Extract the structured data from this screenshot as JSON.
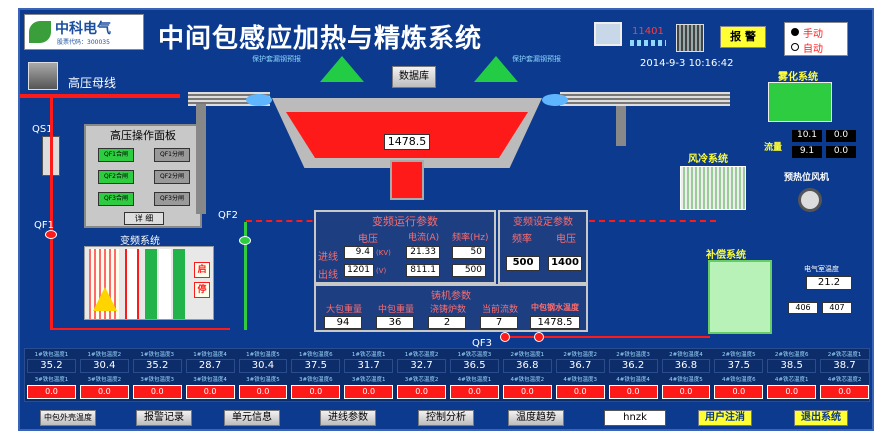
{
  "header": {
    "logo_text": "中科电气",
    "logo_sub": "股票代码：300035",
    "title": "中间包感应加热与精炼系统",
    "counter": "11401",
    "datetime": "2014-9-3 10:16:42",
    "alarm_label": "报 警",
    "mode_manual": "手动",
    "mode_auto": "自动"
  },
  "labels": {
    "hv_bus": "高压母线",
    "qs1": "QS1",
    "qf1": "QF1",
    "qf2": "QF2",
    "qf3": "QF3",
    "vfd_system": "变频系统",
    "leak_left": "保护套漏钢预报",
    "leak_right": "保护套漏钢预报",
    "database": "数据库",
    "atomize": "雾化系统",
    "flow": "流量",
    "air_cooling": "风冷系统",
    "preheat_fan": "预热位风机",
    "compensation": "补偿系统",
    "room_temp": "电气室温度",
    "start": "启",
    "stop": "停"
  },
  "hv_panel": {
    "title": "高压操作面板",
    "buttons": [
      "QF1合闸",
      "QF1分闸",
      "QF2合闸",
      "QF2分闸",
      "QF3合闸",
      "QF3分闸"
    ],
    "detail": "详 细"
  },
  "tundish": {
    "temperature": "1478.5"
  },
  "atomize_values": {
    "flow1": "10.1",
    "flow1b": "0.0",
    "flow2": "9.1",
    "flow2b": "0.0"
  },
  "room": {
    "temp": "21.2",
    "v1": "406",
    "v2": "407"
  },
  "vfd_run": {
    "title": "变频运行参数",
    "h_voltage": "电压",
    "h_current": "电流(A)",
    "h_freq": "频率(Hz)",
    "in_label": "进线",
    "out_label": "出线",
    "in_voltage": "9.4",
    "in_voltage_unit": "(KV)",
    "in_current": "21.33",
    "in_freq": "50",
    "out_voltage": "1201",
    "out_voltage_unit": "(V)",
    "out_current": "811.1",
    "out_freq": "500"
  },
  "vfd_set": {
    "title": "变频设定参数",
    "h_freq": "频率",
    "h_voltage": "电压",
    "freq": "500",
    "voltage": "1400"
  },
  "caster": {
    "title": "铸机参数",
    "headers": [
      "大包重量",
      "中包重量",
      "浇铸炉数",
      "当前流数",
      "中包钢水温度"
    ],
    "values": [
      "94",
      "36",
      "2",
      "7",
      "1478.5"
    ]
  },
  "temps": {
    "row1_labels": [
      "1#铁包温度1",
      "1#铁包温度2",
      "1#铁包温度3",
      "1#铁包温度4",
      "1#铁包温度5",
      "1#铁包温度6",
      "1#铁芯温度1",
      "1#铁芯温度2",
      "1#铁芯温度3",
      "2#铁包温度1",
      "2#铁包温度2",
      "2#铁包温度3",
      "2#铁包温度4",
      "2#铁包温度5",
      "2#铁包温度6",
      "2#铁芯温度1",
      "2#铁芯温度2"
    ],
    "row1_values": [
      "35.2",
      "30.4",
      "35.2",
      "28.7",
      "30.4",
      "37.5",
      "31.7",
      "32.7",
      "36.5",
      "36.8",
      "36.7",
      "36.2",
      "36.8",
      "37.5",
      "38.5",
      "38.7"
    ],
    "row2_labels": [
      "3#铁包温度1",
      "3#铁包温度2",
      "3#铁包温度3",
      "3#铁包温度4",
      "3#铁包温度5",
      "3#铁包温度6",
      "3#铁芯温度1",
      "3#铁芯温度2",
      "4#铁包温度1",
      "4#铁包温度2",
      "4#铁包温度3",
      "4#铁包温度4",
      "4#铁包温度5",
      "4#铁包温度6",
      "4#铁芯温度1",
      "4#铁芯温度2"
    ],
    "row2_values": [
      "0.0",
      "0.0",
      "0.0",
      "0.0",
      "0.0",
      "0.0",
      "0.0",
      "0.0",
      "0.0",
      "0.0",
      "0.0",
      "0.0",
      "0.0",
      "0.0",
      "0.0",
      "0.0"
    ]
  },
  "bottom": {
    "buttons": [
      "中包外壳温度",
      "报警记录",
      "单元信息",
      "进线参数",
      "控制分析",
      "温度趋势"
    ],
    "user": "hnzk",
    "logout": "用户注消",
    "exit": "退出系统"
  },
  "colors": {
    "background": "#0b3a8e",
    "accent_red": "#ff1a1a",
    "active_green": "#2ecc40"
  }
}
